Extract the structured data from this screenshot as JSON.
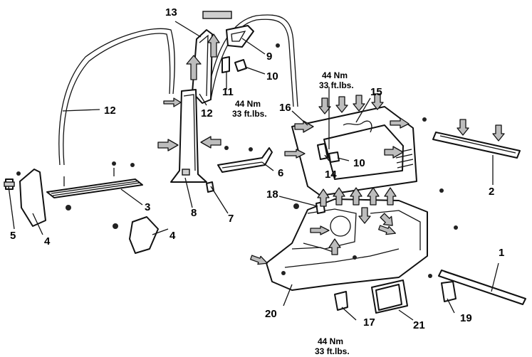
{
  "callouts": {
    "c1": "1",
    "c2": "2",
    "c3": "3",
    "c4a": "4",
    "c4b": "4",
    "c5": "5",
    "c6": "6",
    "c7": "7",
    "c8": "8",
    "c9": "9",
    "c10a": "10",
    "c10b": "10",
    "c11": "11",
    "c12a": "12",
    "c12b": "12",
    "c13": "13",
    "c14": "14",
    "c15": "15",
    "c16": "16",
    "c17": "17",
    "c18": "18",
    "c19": "19",
    "c20": "20",
    "c21": "21"
  },
  "torque": {
    "upper": {
      "nm": "44 Nm",
      "ftlbs": "33 ft.lbs."
    },
    "middle": {
      "nm": "44 Nm",
      "ftlbs": "33 ft.lbs."
    },
    "bottom": {
      "nm": "44 Nm",
      "ftlbs": "33 ft.lbs."
    }
  }
}
